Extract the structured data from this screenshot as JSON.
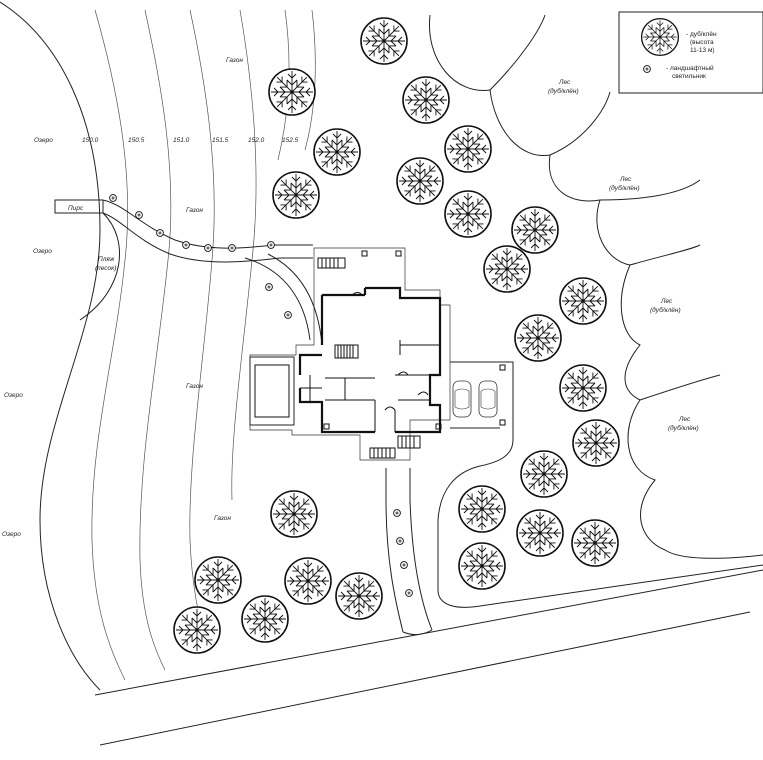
{
  "labels": {
    "lawn": "Газон",
    "lake": "Озеро",
    "pier": "Пирс",
    "beach_line1": "Пляж",
    "beach_line2": "(песок)",
    "forest_line1": "Лес",
    "forest_line2": "(дуб/клён)"
  },
  "contours": [
    "150.0",
    "150.5",
    "151.0",
    "151.5",
    "152.0",
    "152.5"
  ],
  "legend": {
    "tree_line1": "- дуб/клён",
    "tree_line2": "(высота",
    "tree_line3": "11-13 м)",
    "lamp_line1": "- ландшафтный",
    "lamp_line2": "светильник"
  },
  "icons": {
    "tree": "tree-canopy-icon",
    "lamp": "landscape-lamp-icon",
    "car": "car-icon"
  },
  "colors": {
    "line": "#222222",
    "background": "#ffffff"
  }
}
